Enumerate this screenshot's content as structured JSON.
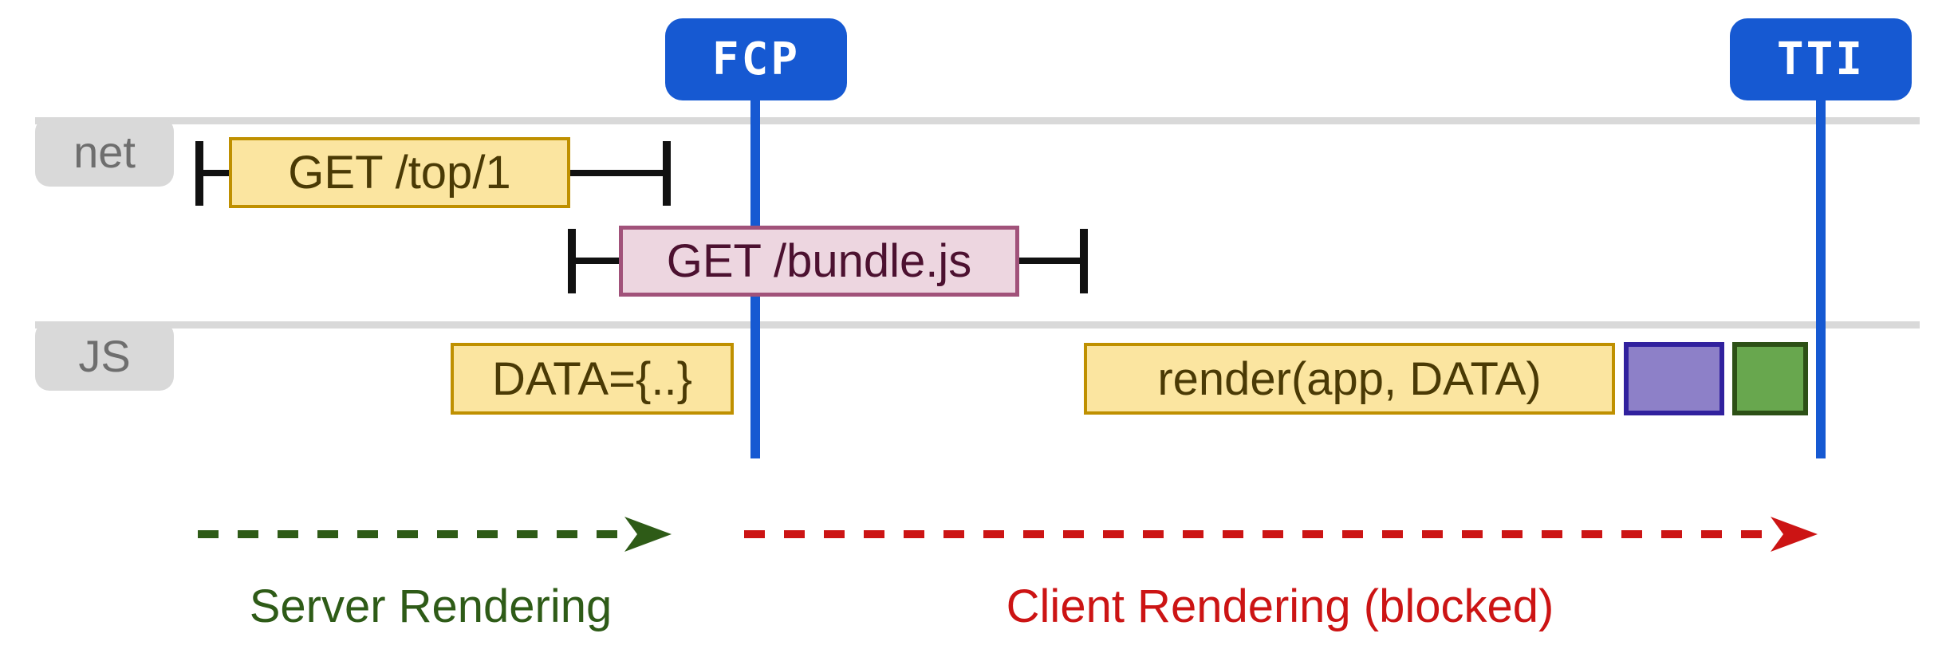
{
  "markers": {
    "fcp": {
      "label": "FCP"
    },
    "tti": {
      "label": "TTI"
    }
  },
  "lanes": {
    "net": {
      "label": "net"
    },
    "js": {
      "label": "JS"
    }
  },
  "network_requests": [
    {
      "label": "GET /top/1"
    },
    {
      "label": "GET /bundle.js"
    }
  ],
  "js_tasks": [
    {
      "label": "DATA={..}"
    },
    {
      "label": "render(app, DATA)"
    }
  ],
  "paint_blocks": [
    {
      "name": "purple-block"
    },
    {
      "name": "green-block"
    }
  ],
  "phases": [
    {
      "label": "Server Rendering"
    },
    {
      "label": "Client Rendering (blocked)"
    }
  ],
  "colors": {
    "marker-blue": "#1659D2",
    "lane-gray": "#D9D9D9",
    "lane-text": "#6E6E6E",
    "task-yellow-fill": "#FBE5A0",
    "task-yellow-border": "#BF9000",
    "task-yellow-text": "#4A3A05",
    "request-pink-fill": "#EDD6E0",
    "request-pink-border": "#A1527A",
    "request-pink-text": "#4C1130",
    "paint-purple-fill": "#8D80C8",
    "paint-purple-border": "#31219E",
    "paint-green-fill": "#68A74E",
    "paint-green-border": "#2D5016",
    "whisker-black": "#111111",
    "server-green": "#2E5B17",
    "client-red": "#CC1414"
  }
}
